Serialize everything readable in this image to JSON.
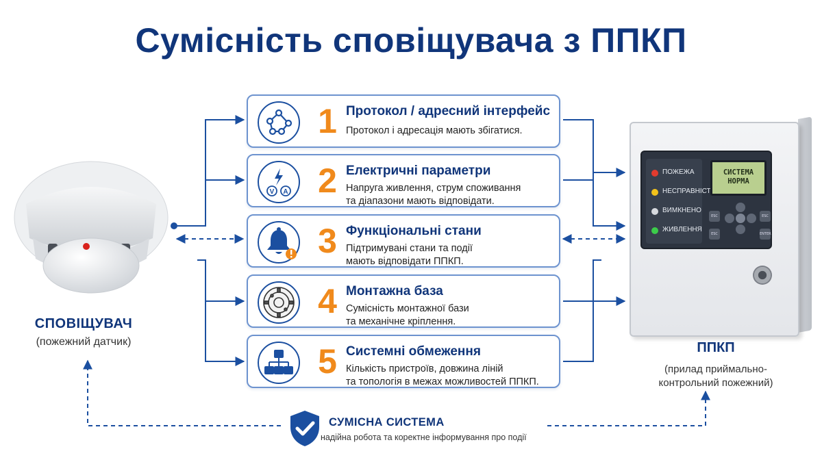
{
  "title": "Сумісність сповіщувача з ППКП",
  "detector": {
    "name": "СПОВІЩУВАЧ",
    "subtitle": "(пожежний датчик)"
  },
  "panel": {
    "name": "ППКП",
    "subtitle_line1": "(прилад приймально-",
    "subtitle_line2": "контрольний пожежний)",
    "leds": [
      {
        "label": "ПОЖЕЖА",
        "color": "#e23b2e"
      },
      {
        "label": "НЕСПРАВНІСТЬ",
        "color": "#f2c21b"
      },
      {
        "label": "ВИМКНЕНО",
        "color": "#d6d9de"
      },
      {
        "label": "ЖИВЛЕННЯ",
        "color": "#3ccc4a"
      }
    ],
    "lcd_line1": "СИСТЕМА",
    "lcd_line2": "НОРМА",
    "btn_esc": "ESC",
    "btn_enter": "ENTER"
  },
  "cards": [
    {
      "num": "1",
      "title": "Протокол / адресний інтерфейс",
      "desc1": "Протокол і адресація мають збігатися.",
      "desc2": "",
      "icon": "network-nodes-icon"
    },
    {
      "num": "2",
      "title": "Електричні параметри",
      "desc1": "Напруга живлення, струм споживання",
      "desc2": "та діапазони мають відповідати.",
      "icon": "lightning-volt-amp-icon"
    },
    {
      "num": "3",
      "title": "Функціональні стани",
      "desc1": "Підтримувані стани та події",
      "desc2": "мають відповідати ППКП.",
      "icon": "bell-alert-icon"
    },
    {
      "num": "4",
      "title": "Монтажна база",
      "desc1": "Сумісність монтажної бази",
      "desc2": "та механічне кріплення.",
      "icon": "mounting-base-icon"
    },
    {
      "num": "5",
      "title": "Системні обмеження",
      "desc1": "Кількість пристроїв, довжина ліній",
      "desc2": "та топологія в межах можливостей ППКП.",
      "icon": "topology-tree-icon"
    }
  ],
  "footer": {
    "title": "СУМІСНА СИСТЕМА",
    "subtitle": "надійна робота та коректне інформування про події",
    "icon": "shield-check-icon"
  },
  "colors": {
    "navy": "#10357a",
    "blue": "#1b4fa0",
    "orange": "#f08a1c",
    "card_border": "#6d93cf"
  }
}
